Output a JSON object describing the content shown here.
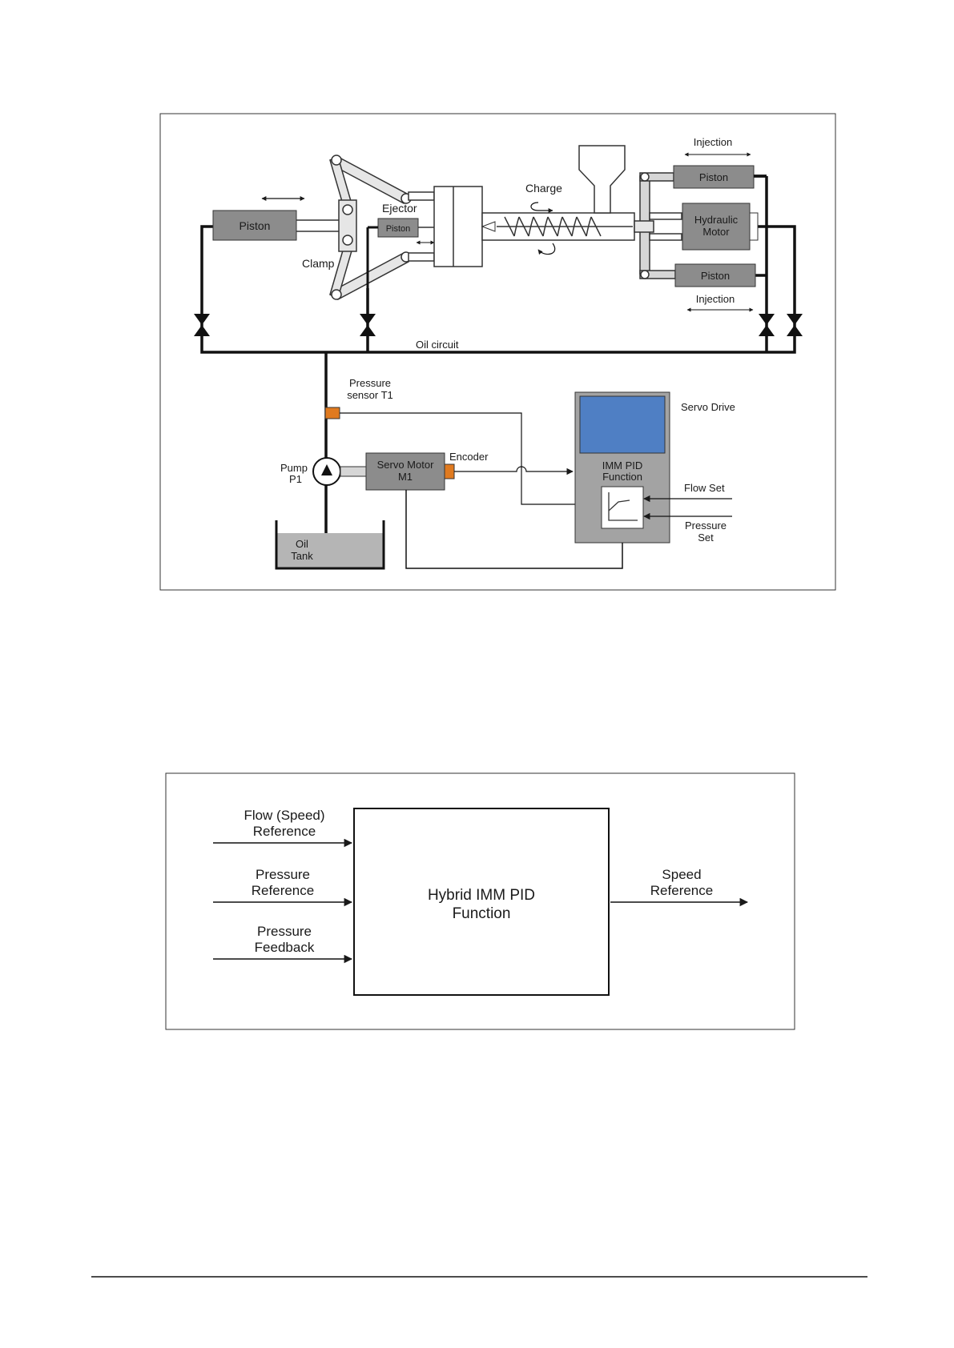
{
  "figure1": {
    "piston_left": "Piston",
    "clamp": "Clamp",
    "ejector": "Ejector",
    "ejector_piston": "Piston",
    "charge": "Charge",
    "injection_top": "Injection",
    "piston_top_right": "Piston",
    "hydraulic_motor_line1": "Hydraulic",
    "hydraulic_motor_line2": "Motor",
    "piston_bottom_right": "Piston",
    "injection_bottom": "Injection",
    "oil_circuit": "Oil circuit",
    "pressure_sensor_line1": "Pressure",
    "pressure_sensor_line2": "sensor T1",
    "servo_drive": "Servo Drive",
    "pump_line1": "Pump",
    "pump_line2": "P1",
    "servo_motor_line1": "Servo Motor",
    "servo_motor_line2": "M1",
    "encoder": "Encoder",
    "imm_pid_line1": "IMM PID",
    "imm_pid_line2": "Function",
    "flow_set": "Flow Set",
    "pressure_set_line1": "Pressure",
    "pressure_set_line2": "Set",
    "oil_tank_line1": "Oil",
    "oil_tank_line2": "Tank"
  },
  "figure2": {
    "input1_line1": "Flow (Speed)",
    "input1_line2": "Reference",
    "input2_line1": "Pressure",
    "input2_line2": "Reference",
    "input3_line1": "Pressure",
    "input3_line2": "Feedback",
    "block_line1": "Hybrid IMM PID",
    "block_line2": "Function",
    "output_line1": "Speed",
    "output_line2": "Reference"
  },
  "colors": {
    "gray_block": "#8c8c8c",
    "light_gray": "#d6d6d6",
    "servo_drive_body": "#a3a3a3",
    "screen_blue": "#4f7fc4",
    "orange": "#e07a1f",
    "tank_fill": "#b5b5b5"
  }
}
